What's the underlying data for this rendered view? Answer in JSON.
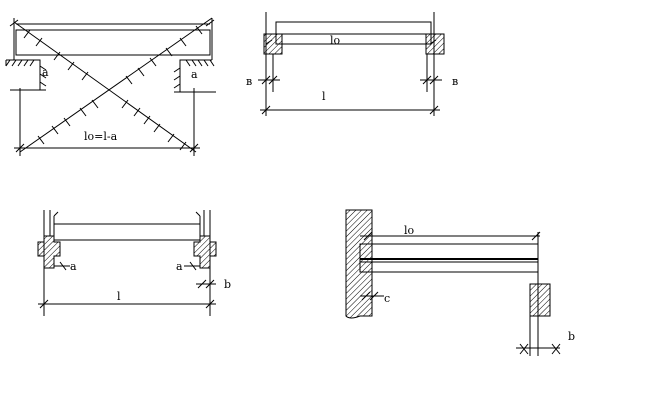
{
  "fig1": {
    "label_a_left": "a",
    "label_a_right": "a",
    "label_lo": "lo=l-a"
  },
  "fig2": {
    "label_lo": "lo",
    "label_l": "l",
    "label_b_left": "в",
    "label_b_right": "в"
  },
  "fig3": {
    "label_a_left": "a",
    "label_a_right": "a",
    "label_b": "b",
    "label_l": "l"
  },
  "fig4": {
    "label_lo": "lo",
    "label_c": "c",
    "label_b": "b"
  }
}
